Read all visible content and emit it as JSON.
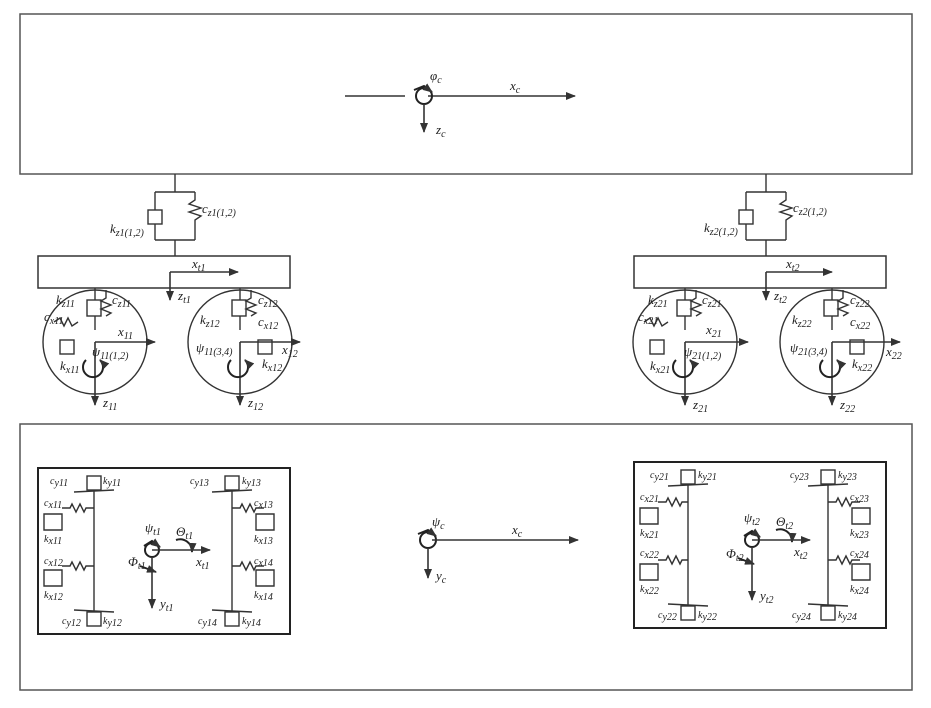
{
  "carbody": {
    "phi_label": "φ",
    "phi_sub": "c",
    "x_label": "x",
    "x_sub": "c",
    "z_label": "z",
    "z_sub": "c"
  },
  "side_view": {
    "bogie1": {
      "secondary_k": "k",
      "secondary_k_sub": "z1(1,2)",
      "secondary_c": "c",
      "secondary_c_sub": "z1(1,2)",
      "x_label": "x",
      "x_sub": "t1",
      "z_label": "z",
      "z_sub": "t1",
      "wheel1_kz": "k",
      "wheel1_kz_sub": "z11",
      "wheel1_cz": "c",
      "wheel1_cz_sub": "z11",
      "wheel1_cx": "c",
      "wheel1_cx_sub": "x11",
      "wheel1_kx": "k",
      "wheel1_kx_sub": "x11",
      "wheel1_x": "x",
      "wheel1_x_sub": "11",
      "wheel1_psi": "ψ",
      "wheel1_psi_sub": "11(1,2)",
      "wheel1_z": "z",
      "wheel1_z_sub": "11",
      "wheel2_kz": "k",
      "wheel2_kz_sub": "z12",
      "wheel2_cz": "c",
      "wheel2_cz_sub": "z12",
      "wheel2_cx": "c",
      "wheel2_cx_sub": "x12",
      "wheel2_kx": "k",
      "wheel2_kx_sub": "x12",
      "wheel2_psi": "ψ",
      "wheel2_psi_sub": "11(3,4)",
      "wheel2_x": "x",
      "wheel2_x_sub": "12",
      "wheel2_z": "z",
      "wheel2_z_sub": "12"
    },
    "bogie2": {
      "secondary_k": "k",
      "secondary_k_sub": "z2(1,2)",
      "secondary_c": "c",
      "secondary_c_sub": "z2(1,2)",
      "x_label": "x",
      "x_sub": "t2",
      "z_label": "z",
      "z_sub": "t2",
      "wheel1_kz": "k",
      "wheel1_kz_sub": "z21",
      "wheel1_cz": "c",
      "wheel1_cz_sub": "z21",
      "wheel1_cx": "c",
      "wheel1_cx_sub": "x21",
      "wheel1_kx": "k",
      "wheel1_kx_sub": "x21",
      "wheel1_x": "x",
      "wheel1_x_sub": "21",
      "wheel1_psi": "ψ",
      "wheel1_psi_sub": "21(1,2)",
      "wheel1_z": "z",
      "wheel1_z_sub": "21",
      "wheel2_kz": "k",
      "wheel2_kz_sub": "z22",
      "wheel2_cz": "c",
      "wheel2_cz_sub": "z22",
      "wheel2_cx": "c",
      "wheel2_cx_sub": "x22",
      "wheel2_kx": "k",
      "wheel2_kx_sub": "x22",
      "wheel2_psi": "ψ",
      "wheel2_psi_sub": "21(3,4)",
      "wheel2_x": "x",
      "wheel2_x_sub": "22",
      "wheel2_z": "z",
      "wheel2_z_sub": "22"
    }
  },
  "plan_view": {
    "carbody": {
      "psi_label": "ψ",
      "psi_sub": "c",
      "x_label": "x",
      "x_sub": "c",
      "y_label": "y",
      "y_sub": "c"
    },
    "bogie1": {
      "cy_top": "c",
      "cy_top_sub": "y11",
      "ky_top": "k",
      "ky_top_sub": "y11",
      "cy_top_r": "c",
      "cy_top_r_sub": "y13",
      "ky_top_r": "k",
      "ky_top_r_sub": "y13",
      "cx_l1": "c",
      "cx_l1_sub": "x11",
      "kx_l1": "k",
      "kx_l1_sub": "x11",
      "cx_l2": "c",
      "cx_l2_sub": "x12",
      "kx_l2": "k",
      "kx_l2_sub": "x12",
      "cx_r1": "c",
      "cx_r1_sub": "x13",
      "kx_r1": "k",
      "kx_r1_sub": "x13",
      "cx_r2": "c",
      "cx_r2_sub": "x14",
      "kx_r2": "k",
      "kx_r2_sub": "x14",
      "cy_bot": "c",
      "cy_bot_sub": "y12",
      "ky_bot": "k",
      "ky_bot_sub": "y12",
      "cy_bot_r": "c",
      "cy_bot_r_sub": "y14",
      "ky_bot_r": "k",
      "ky_bot_r_sub": "y14",
      "psi_label": "ψ",
      "psi_sub": "t1",
      "theta_label": "Θ",
      "theta_sub": "t1",
      "phi_label": "Φ",
      "phi_sub": "t1",
      "x_label": "x",
      "x_sub": "t1",
      "y_label": "y",
      "y_sub": "t1"
    },
    "bogie2": {
      "cy_top": "c",
      "cy_top_sub": "y21",
      "ky_top": "k",
      "ky_top_sub": "y21",
      "cy_top_r": "c",
      "cy_top_r_sub": "y23",
      "ky_top_r": "k",
      "ky_top_r_sub": "y23",
      "cx_l1": "c",
      "cx_l1_sub": "x21",
      "kx_l1": "k",
      "kx_l1_sub": "x21",
      "cx_l2": "c",
      "cx_l2_sub": "x22",
      "kx_l2": "k",
      "kx_l2_sub": "x22",
      "cx_r1": "c",
      "cx_r1_sub": "x23",
      "kx_r1": "k",
      "kx_r1_sub": "x23",
      "cx_r2": "c",
      "cx_r2_sub": "x24",
      "kx_r2": "k",
      "kx_r2_sub": "x24",
      "cy_bot": "c",
      "cy_bot_sub": "y22",
      "ky_bot": "k",
      "ky_bot_sub": "y22",
      "cy_bot_r": "c",
      "cy_bot_r_sub": "y24",
      "ky_bot_r": "k",
      "ky_bot_r_sub": "y24",
      "psi_label": "ψ",
      "psi_sub": "t2",
      "theta_label": "Θ",
      "theta_sub": "t2",
      "phi_label": "Φ",
      "phi_sub": "t2",
      "x_label": "x",
      "x_sub": "t2",
      "y_label": "y",
      "y_sub": "t2"
    }
  }
}
